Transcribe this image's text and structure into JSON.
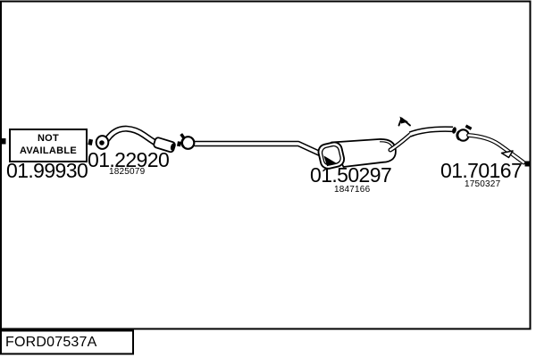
{
  "page": {
    "background_color": "#ffffff",
    "line_color": "#000000"
  },
  "diagram": {
    "footer_code": "FORD07537A",
    "not_available_label": "NOT AVAILABLE",
    "parts": [
      {
        "part_number": "01.99930"
      },
      {
        "part_number": "01.22920",
        "ref_number": "1825079"
      },
      {
        "part_number": "01.50297",
        "ref_number": "1847166"
      },
      {
        "part_number": "01.70167",
        "ref_number": "1750327"
      }
    ]
  }
}
